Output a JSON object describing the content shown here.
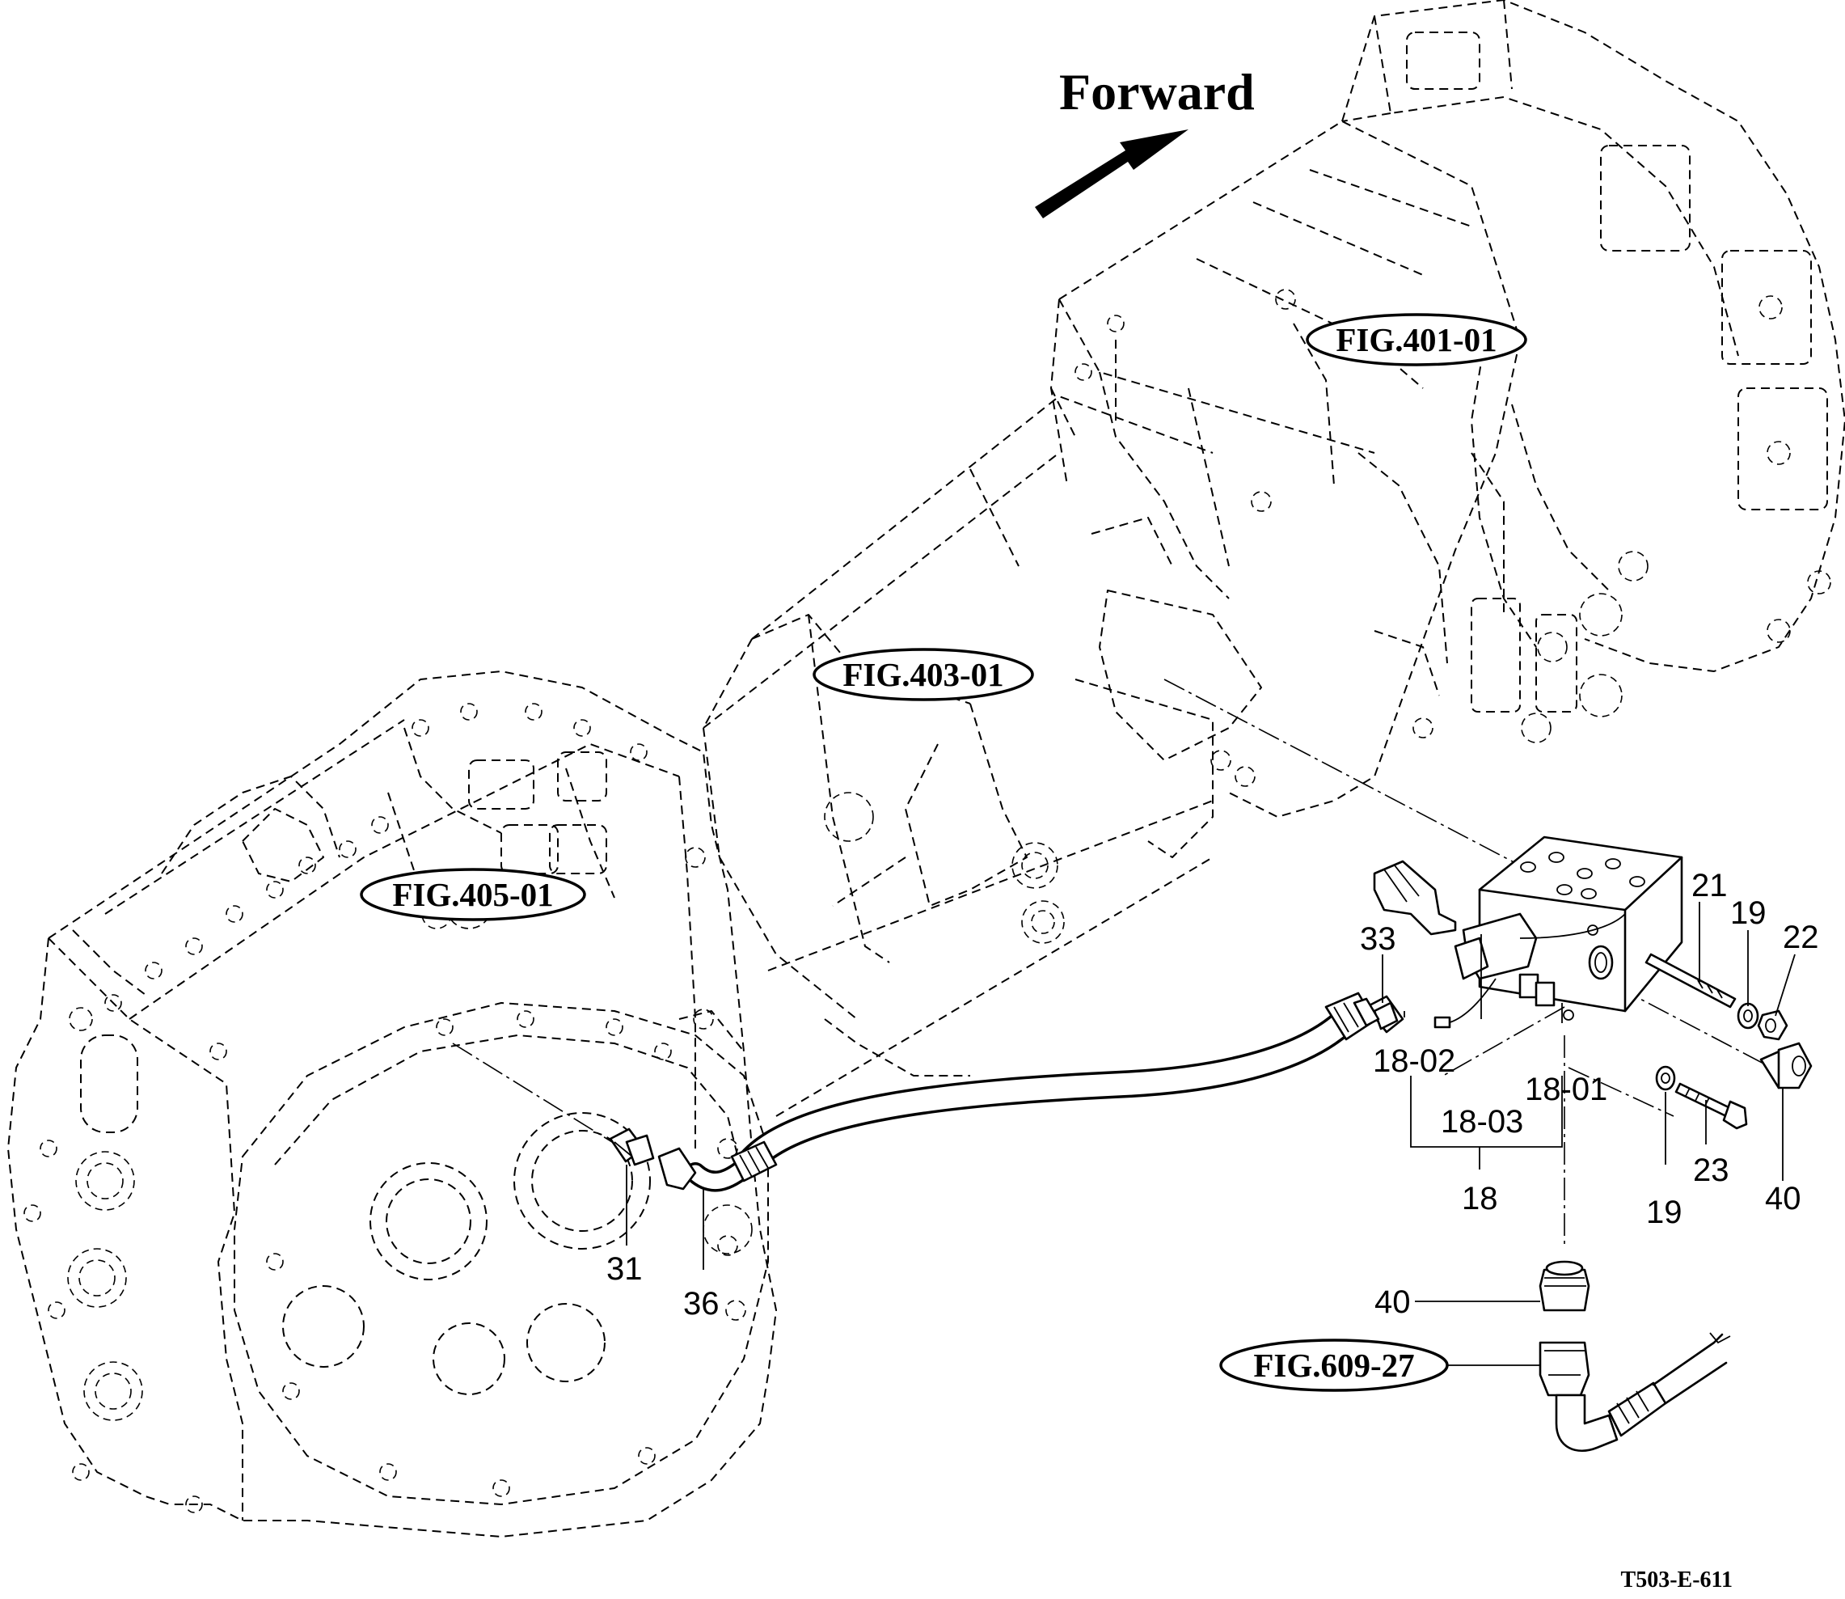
{
  "direction_label": "Forward",
  "figure_refs": {
    "fig_401": "FIG.401-01",
    "fig_403": "FIG.403-01",
    "fig_405": "FIG.405-01",
    "fig_609": "FIG.609-27"
  },
  "part_numbers": {
    "p21": "21",
    "p19_top": "19",
    "p22": "22",
    "p33": "33",
    "p18_02": "18-02",
    "p18_01": "18-01",
    "p18_03": "18-03",
    "p18": "18",
    "p23": "23",
    "p19_bottom": "19",
    "p40_right": "40",
    "p40_bottom": "40",
    "p31": "31",
    "p36": "36"
  },
  "drawing_code": "T503-E-611"
}
